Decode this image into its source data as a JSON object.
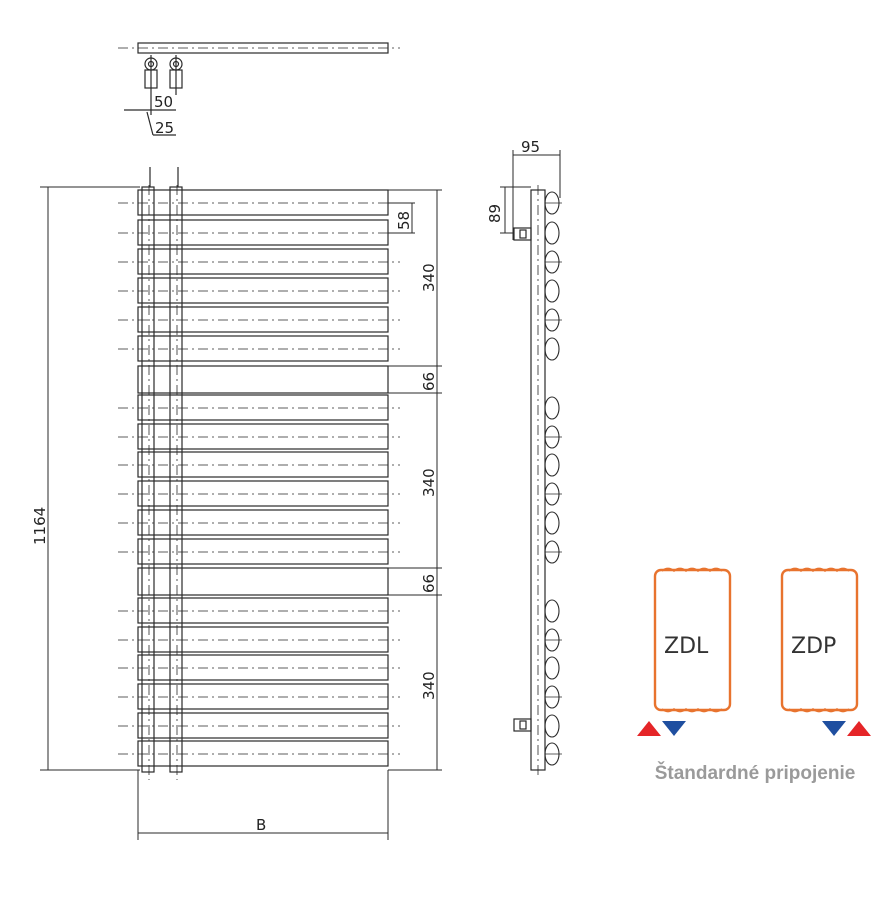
{
  "dimensions": {
    "overall_height": "1164",
    "width": "B",
    "center_distance": "50",
    "pipe_offset": "25",
    "depth": "95",
    "connection_height": "89",
    "tube_pitch": "58",
    "section_height_1": "340",
    "gap_1": "66",
    "section_height_2": "340",
    "gap_2": "66",
    "section_height_3": "340"
  },
  "connections": {
    "left_label": "ZDL",
    "right_label": "ZDP",
    "caption": "Štandardné pripojenie",
    "colors": {
      "box_outline": "#e8732e",
      "supply": "#e52528",
      "return": "#1f4fa0",
      "line": "#2a2a2a"
    }
  }
}
